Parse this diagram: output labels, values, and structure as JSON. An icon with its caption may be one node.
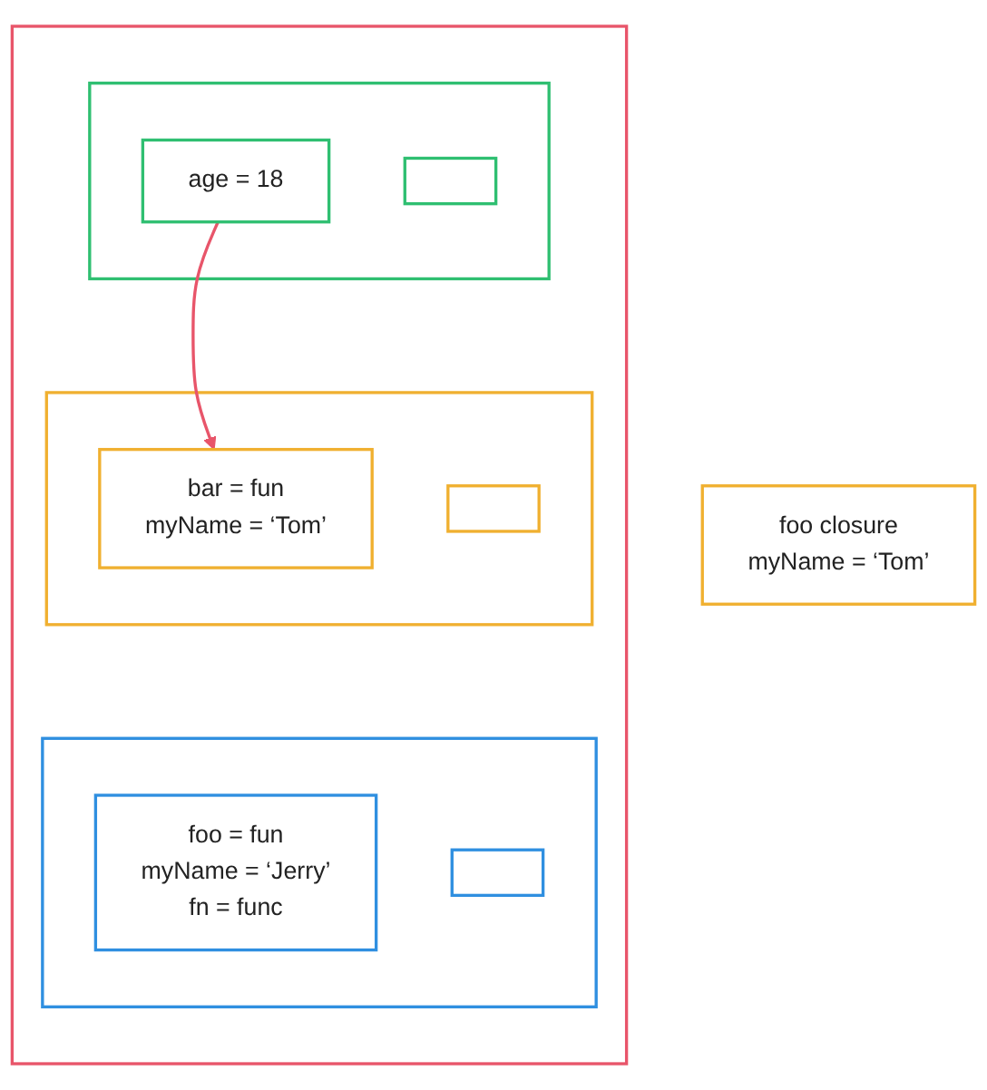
{
  "diagram": {
    "nodes": [
      {
        "text": [],
        "shape": "box"
      },
      {
        "text": [],
        "shape": "box",
        "in": 0
      },
      {
        "text": [
          "age = 18"
        ],
        "in": 1
      },
      {
        "text": [],
        "shape": "box",
        "in": 1
      },
      {
        "text": [],
        "shape": "box",
        "in": 0
      },
      {
        "text": [
          "bar = fun",
          "myName = ‘Tom’"
        ],
        "in": 4
      },
      {
        "text": [],
        "shape": "box",
        "in": 4
      },
      {
        "text": [],
        "shape": "box",
        "in": 0
      },
      {
        "text": [
          "foo = fun",
          "myName = ‘Jerry’",
          "fn = func"
        ],
        "in": 7
      },
      {
        "text": [],
        "shape": "box",
        "in": 7
      },
      {
        "text": [
          "foo closure",
          "myName = ‘Tom’"
        ]
      }
    ],
    "edges": [
      {
        "from": 2,
        "to": 5,
        "arrow": "to",
        "color": "#e8556a"
      }
    ]
  }
}
